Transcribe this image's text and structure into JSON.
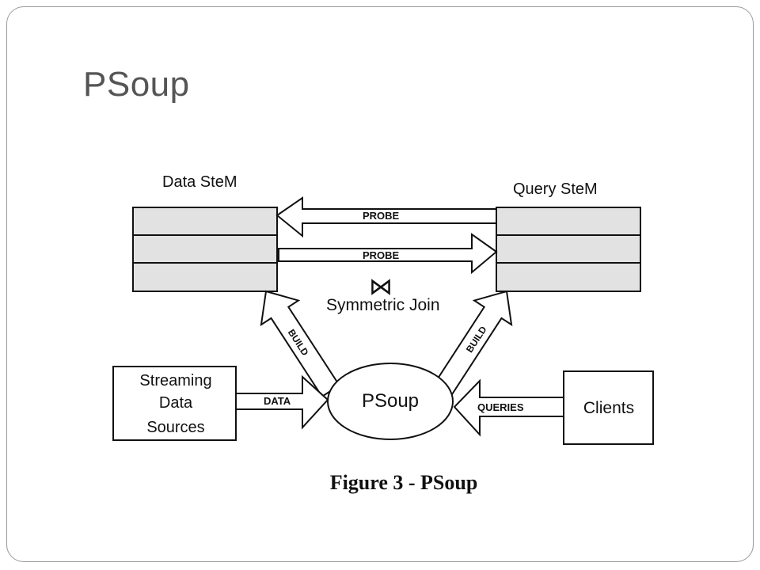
{
  "slide": {
    "title": "PSoup"
  },
  "diagram": {
    "data_stem_label": "Data SteM",
    "query_stem_label": "Query SteM",
    "probe_label_top": "PROBE",
    "probe_label_bottom": "PROBE",
    "join_symbol": "⋈",
    "join_label": "Symmetric Join",
    "build_label_left": "BUILD",
    "build_label_right": "BUILD",
    "psoup_label": "PSoup",
    "sources_line1": "Streaming",
    "sources_line2": "Data",
    "sources_line3": "Sources",
    "data_arrow_label": "DATA",
    "queries_arrow_label": "QUERIES",
    "clients_label": "Clients",
    "caption": "Figure 3 - PSoup"
  },
  "colors": {
    "stem_fill": "#e2e2e2",
    "line": "#111111",
    "title": "#555555"
  }
}
